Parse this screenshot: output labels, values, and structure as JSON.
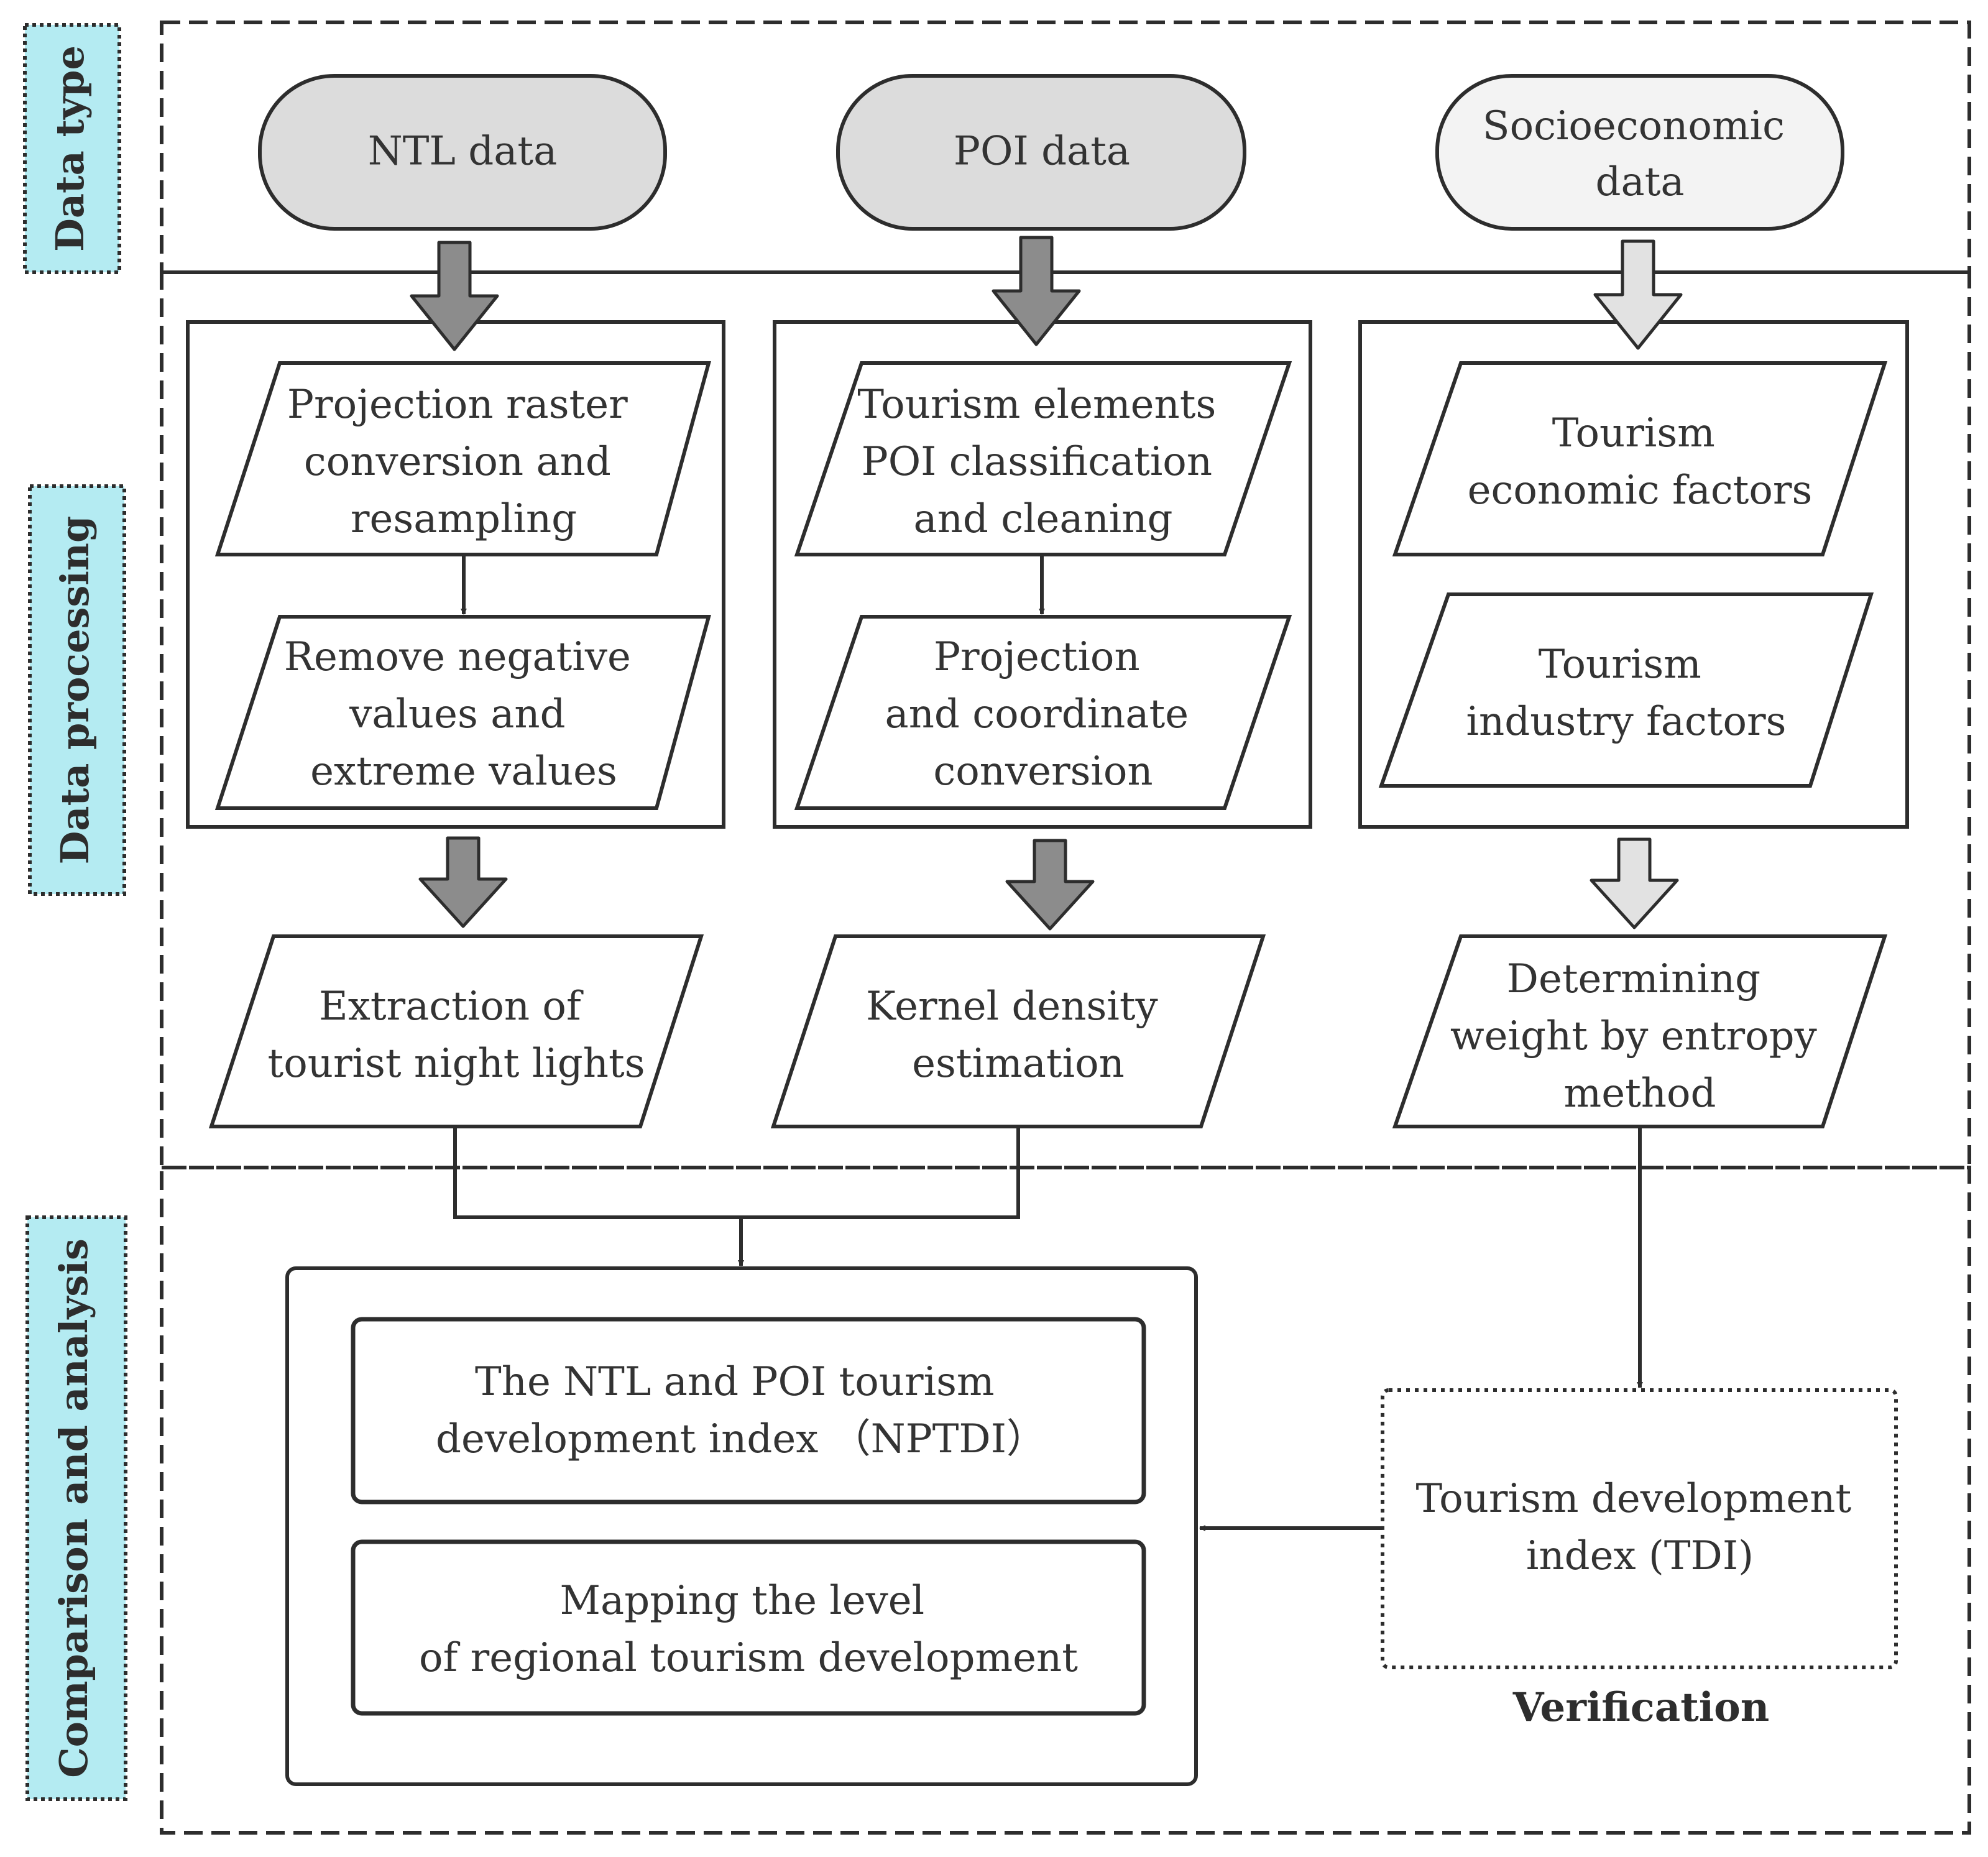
{
  "sections": {
    "data_type": "Data type",
    "data_processing": "Data processing",
    "comparison": "Comparison and analysis"
  },
  "sources": {
    "ntl": "NTL data",
    "poi": "POI data",
    "socio": [
      "Socioeconomic",
      "data"
    ]
  },
  "processing": {
    "ntl_step1": [
      "Projection raster",
      "conversion and",
      "resampling"
    ],
    "ntl_step2": [
      "Remove negative",
      "values and",
      "extreme values"
    ],
    "poi_step1": [
      "Tourism elements",
      "POI classification",
      "and cleaning"
    ],
    "poi_step2": [
      "Projection",
      "and coordinate",
      "conversion"
    ],
    "socio_step1": [
      "Tourism",
      "economic factors"
    ],
    "socio_step2": [
      "Tourism",
      "industry  factors"
    ]
  },
  "outputs": {
    "ntl": [
      "Extraction of",
      "tourist night lights"
    ],
    "poi": [
      "Kernel density",
      "estimation"
    ],
    "socio": [
      "Determining",
      "weight by entropy",
      "method"
    ]
  },
  "analysis": {
    "nptdi": [
      "The NTL and POI tourism",
      "development index （NPTDI）"
    ],
    "mapping": [
      "Mapping the level",
      "of regional tourism  development"
    ],
    "tdi": [
      "Tourism development",
      "index (TDI)"
    ],
    "verification": "Verification"
  },
  "colors": {
    "label_fill": "#b4ebf2",
    "dark_fill": "#dcdcdc",
    "light_fill": "#f3f3f3",
    "dark_arrow": "#8c8c8c",
    "light_arrow": "#e2e2e2",
    "stroke": "#2d2d2d"
  }
}
